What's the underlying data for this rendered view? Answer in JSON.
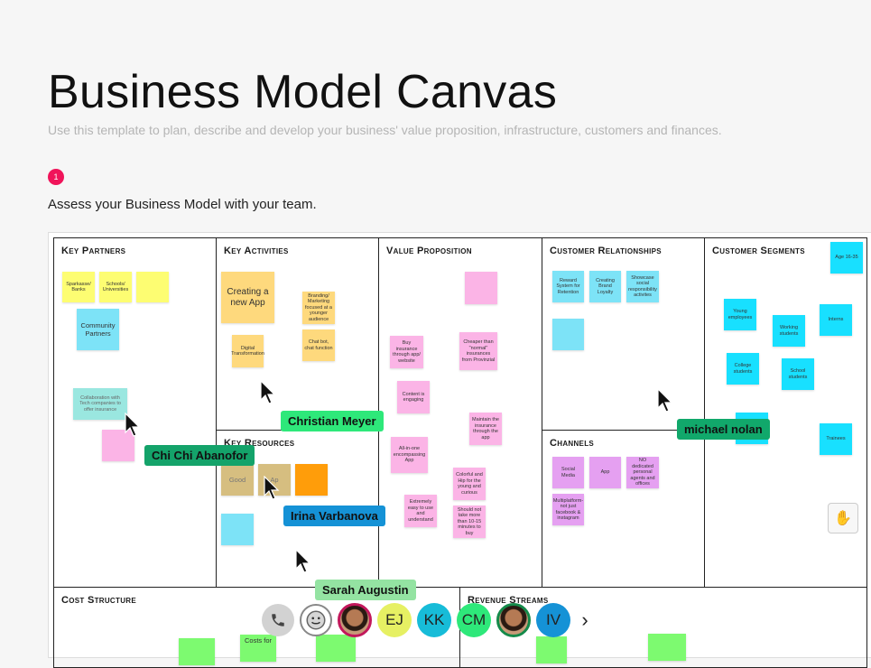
{
  "page": {
    "title": "Business Model Canvas",
    "subtitle": "Use this template to plan, describe and develop your business' value proposition, infrastructure, customers and finances.",
    "step_number": "1",
    "instruction": "Assess your Business Model with your team."
  },
  "canvas": {
    "key_partners": "Key Partners",
    "key_activities": "Key Activities",
    "key_resources": "Key Resources",
    "value_proposition": "Value Proposition",
    "customer_relationships": "Customer Relationships",
    "channels": "Channels",
    "customer_segments": "Customer Segments",
    "cost_structure": "Cost Structure",
    "revenue_streams": "Revenue Streams"
  },
  "notes": {
    "kp": [
      "Sparkasse/ Banks",
      "Schools/ Universities",
      "",
      "Community Partners",
      "Collaboration with Tech companies to offer insurance",
      ""
    ],
    "ka": [
      "Creating a new App",
      "Branding/ Marketing focused at a younger audience",
      "Digital Transformation",
      "Chat bot, chat function"
    ],
    "kr": [
      "Good",
      "Ap",
      "",
      ""
    ],
    "vp": [
      "",
      "Buy insurance through app/ website",
      "Cheaper than \"normal\" insurances from Provinzial",
      "Content is engaging",
      "Maintain the insurance through the app",
      "All-in-one encompassing App",
      "Colorful and Hip for the young and curious",
      "Extremely easy to use and understand",
      "Should not take more than 10-15 minutes to buy"
    ],
    "cr": [
      "Reward System for Retention",
      "Creating Brand Loyalty",
      "Showcase social responsibility activites",
      ""
    ],
    "ch": [
      "Social Media",
      "App",
      "NO dedicated personal agents and offices",
      "Multiplatform- not just facebook & instagram"
    ],
    "cs": [
      "Age 16-35",
      "Young employees",
      "Working students",
      "Interns",
      "College students",
      "School students",
      "",
      "Trainees"
    ],
    "cost": [
      "",
      "Costs for",
      ""
    ],
    "rev": [
      "",
      ""
    ]
  },
  "collaborators": [
    {
      "name": "Christian Meyer",
      "color": "#2ee87a"
    },
    {
      "name": "Chi Chi Abanofor",
      "color": "#14a36a"
    },
    {
      "name": "Irina Varbanova",
      "color": "#1592d6"
    },
    {
      "name": "michael nolan",
      "color": "#11a86b"
    },
    {
      "name": "Sarah Augustin",
      "color": "#94e3a2"
    }
  ],
  "toolbar": {
    "phone_icon": "phone-icon",
    "emoji_icon": "smile-icon",
    "avatars": [
      "",
      "EJ",
      "KK",
      "CM",
      "",
      "IV"
    ],
    "avatar_colors": [
      "#c2185b",
      "#e6f063",
      "#17bcd8",
      "#2ee87a",
      "#148a4a",
      "#1592d6"
    ],
    "more": "›"
  }
}
